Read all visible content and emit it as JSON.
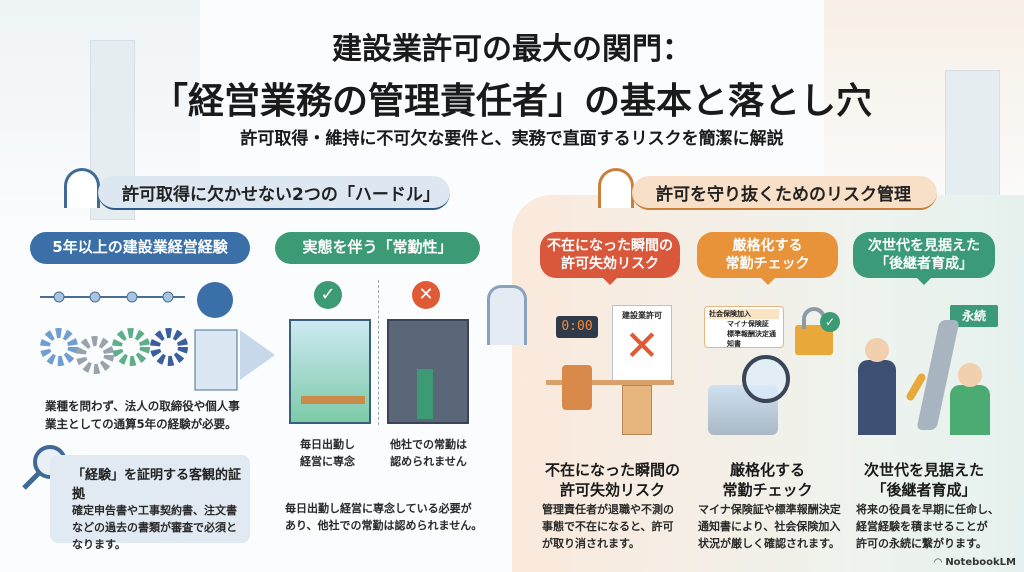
{
  "header": {
    "title_line1": "建設業許可の最大の関門：",
    "title_line2": "「経営業務の管理責任者」の基本と落とし穴",
    "subtitle": "許可取得・維持に不可欠な要件と、実務で直面するリスクを簡潔に解説"
  },
  "left": {
    "banner": "許可取得に欠かせない2つの「ハードル」",
    "experience": {
      "pill": "5年以上の建設業経営経験",
      "desc_l1": "業種を問わず、法人の取締役や個人事",
      "desc_l2": "業主としての通算5年の経験が必要。",
      "evidence_title": "「経験」を証明する客観的証拠",
      "evidence_l1": "確定申告書や工事契約書、注文書",
      "evidence_l2": "などの過去の書類が審査で必須と",
      "evidence_l3": "なります。"
    },
    "fulltime": {
      "pill": "実態を伴う「常勤性」",
      "ok_l1": "毎日出勤し",
      "ok_l2": "経営に専念",
      "ng_l1": "他社での常勤は",
      "ng_l2": "認められません",
      "desc_l1": "毎日出勤し経営に専念している必要が",
      "desc_l2": "あり、他社での常勤は認められません。"
    }
  },
  "right": {
    "banner": "許可を守り抜くためのリスク管理",
    "cards": [
      {
        "pill_l1": "不在になった瞬間の",
        "pill_l2": "許可失効リスク",
        "head_l1": "不在になった瞬間の",
        "head_l2": "許可失効リスク",
        "body_l1": "管理責任者が退職や不測の",
        "body_l2": "事態で不在になると、許可",
        "body_l3": "が取り消されます。",
        "clock": "0:00",
        "doc": "建設業許可",
        "color": "#d9573a"
      },
      {
        "pill_l1": "厳格化する",
        "pill_l2": "常勤チェック",
        "head_l1": "厳格化する",
        "head_l2": "常勤チェック",
        "body_l1": "マイナ保険証や標準報酬決定",
        "body_l2": "通知書により、社会保険加入",
        "body_l3": "状況が厳しく確認されます。",
        "card_title": "社会保険加入",
        "card_l1": "マイナ保険証",
        "card_l2": "標準報酬決定通知書",
        "color": "#e8923a"
      },
      {
        "pill_l1": "次世代を見据えた",
        "pill_l2": "「後継者育成」",
        "head_l1": "次世代を見据えた",
        "head_l2": "「後継者育成」",
        "body_l1": "将来の役員を早期に任命し、",
        "body_l2": "経営経験を積ませることが",
        "body_l3": "許可の永続に繋がります。",
        "sign": "永続",
        "color": "#3a9a7a"
      }
    ]
  },
  "footer": {
    "brand": "NotebookLM"
  }
}
